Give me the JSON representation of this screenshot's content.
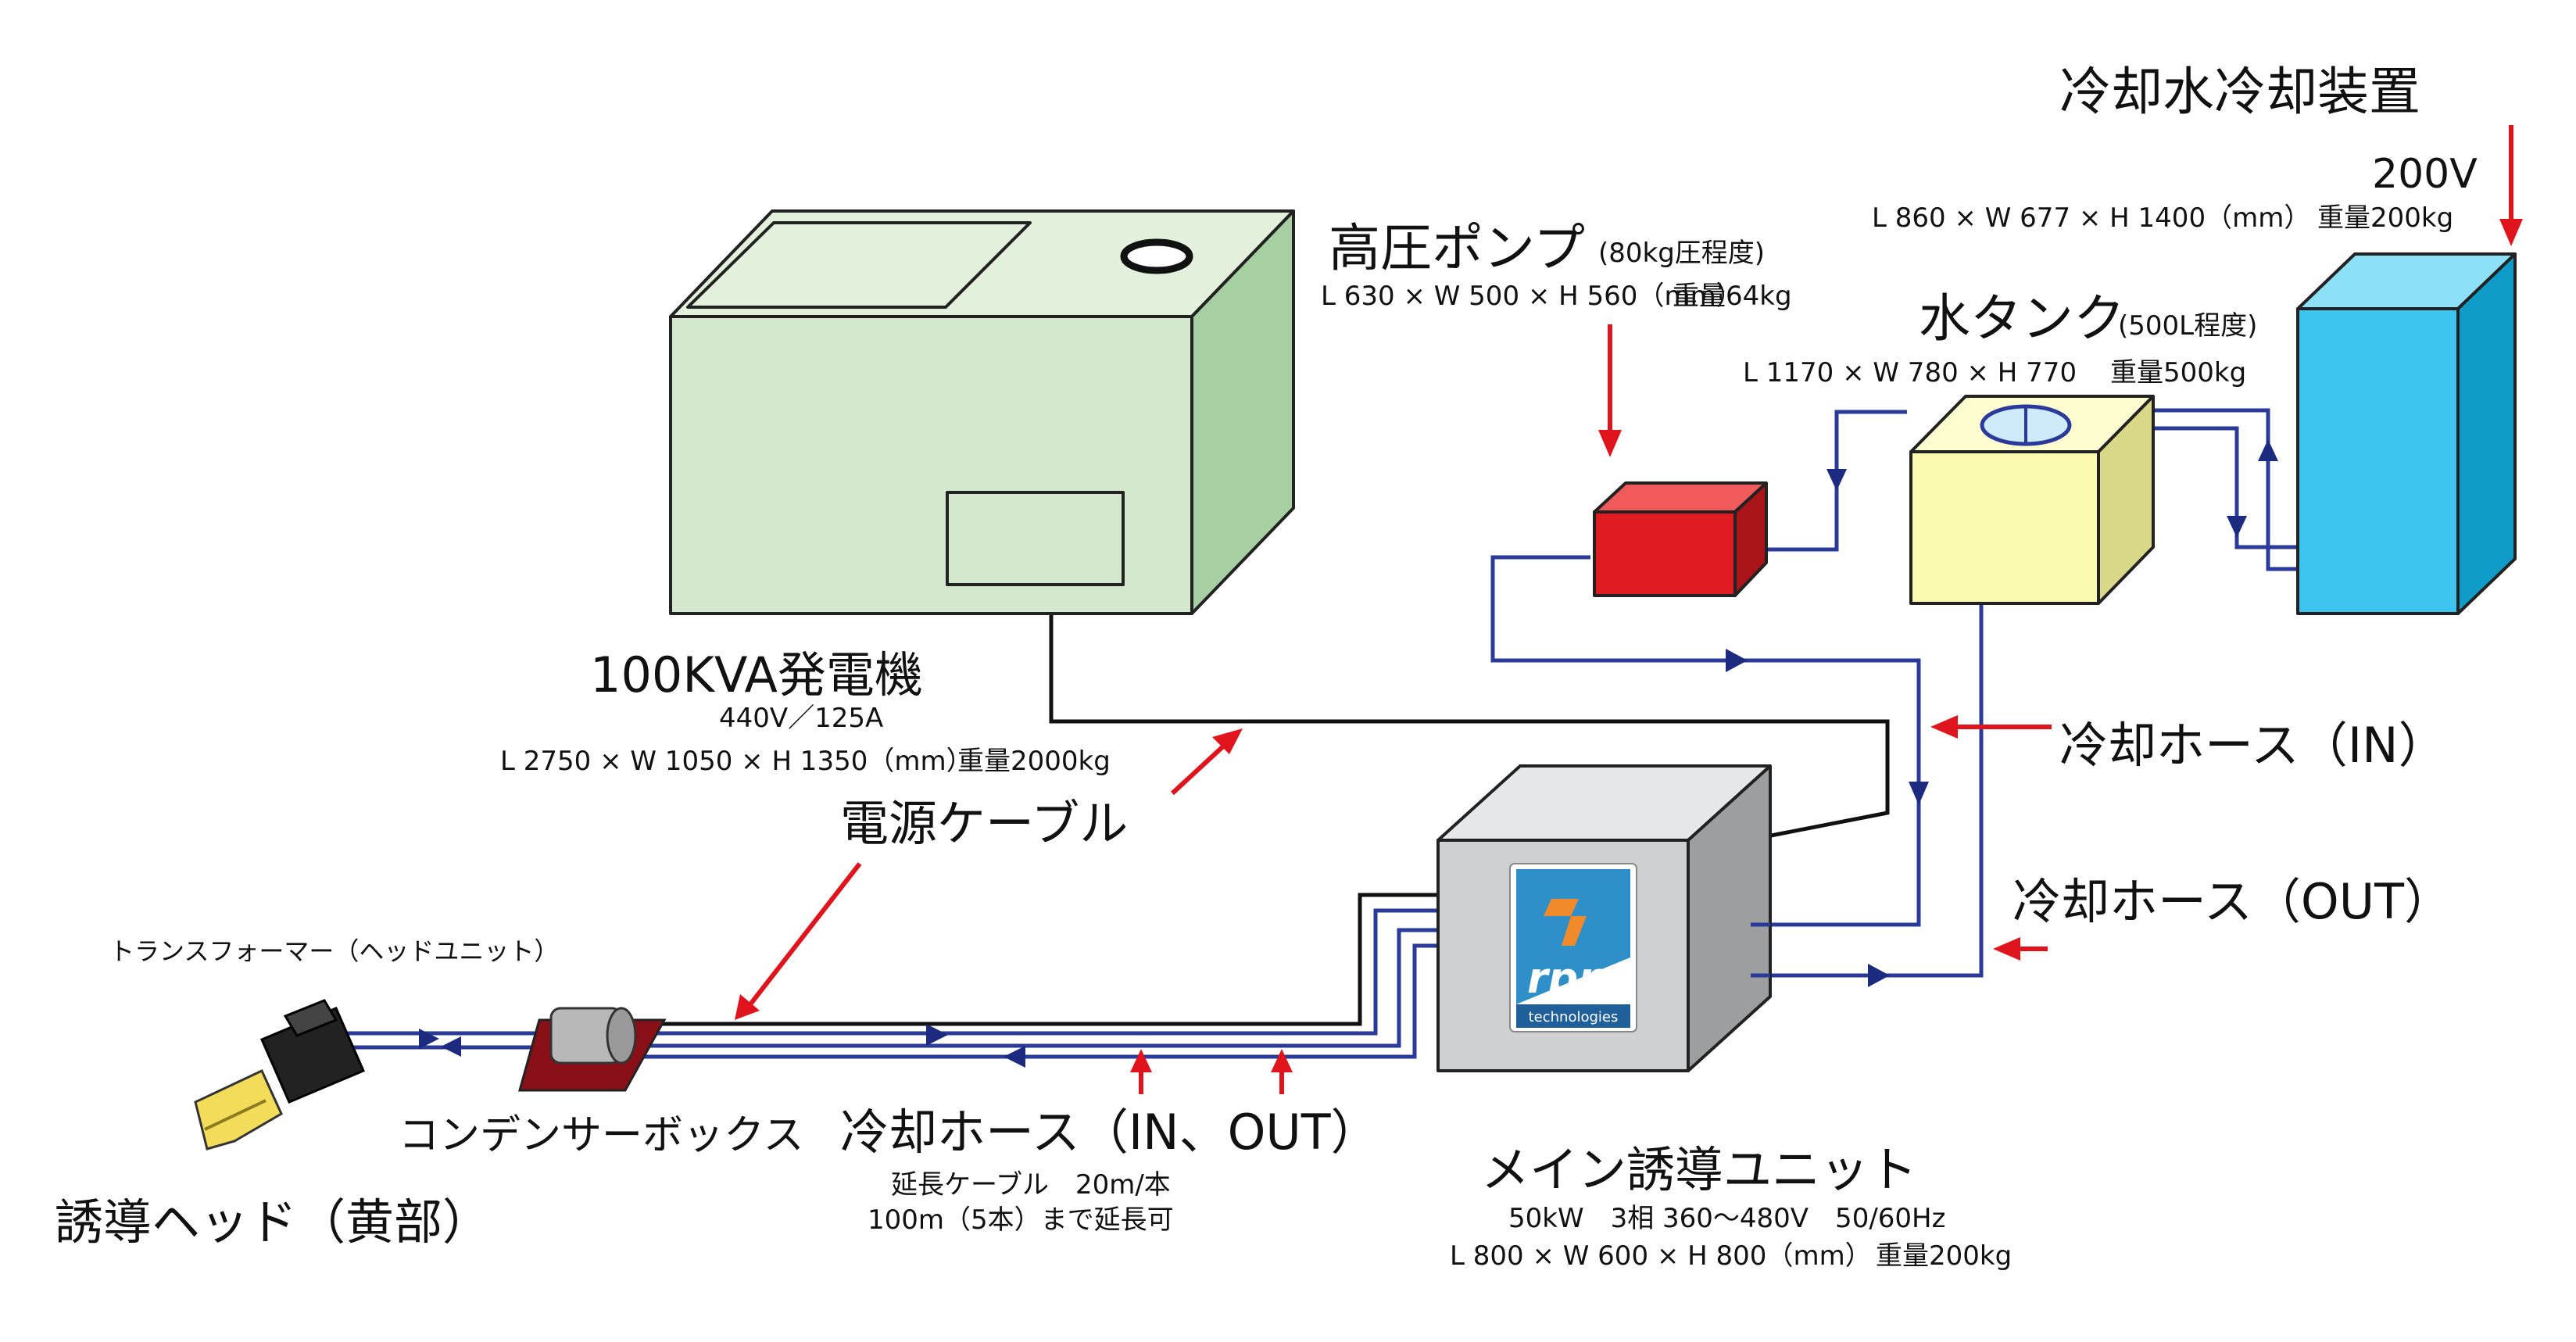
{
  "colors": {
    "generator_front": "#d3e8cc",
    "generator_top": "#e2f0dc",
    "generator_side": "#a6cfa2",
    "pump_front": "#e01c22",
    "pump_top": "#f05a5a",
    "pump_side": "#a81418",
    "tank_front": "#fafab0",
    "tank_top": "#fdfdd0",
    "tank_side": "#d8d888",
    "chiller_front": "#3cc4ee",
    "chiller_top": "#8ce0f8",
    "chiller_side": "#0f9cc8",
    "unit_front": "#cfd0d2",
    "unit_top": "#e6e7e8",
    "unit_side": "#9d9ea0",
    "pipe": "#2a3a9a",
    "arrow": "#e0141c"
  },
  "icons": {
    "logo": "rpr-technologies-logo",
    "induction_head": "induction-head-icon",
    "capacitor": "capacitor-box-icon"
  },
  "chiller": {
    "title": "冷却水冷却装置",
    "voltage": "200V",
    "dims": "L 860 × W 677 × H 1400（mm）",
    "weight": "重量200kg"
  },
  "pump": {
    "title": "高圧ポンプ",
    "note": "(80kg圧程度)",
    "dims": "L 630 × W 500 × H 560（mm）",
    "weight": "重量64kg"
  },
  "tank": {
    "title": "水タンク",
    "note": "(500L程度)",
    "dims": "L 1170 × W 780 × H 770",
    "weight": "重量500kg"
  },
  "generator": {
    "title": "100KVA発電機",
    "spec": "440V／125A",
    "dims": "L 2750 × W 1050 × H 1350（mm）",
    "weight": "重量2000kg"
  },
  "labels": {
    "hose_in": "冷却ホース（IN）",
    "hose_out": "冷却ホース（OUT）",
    "power_cable": "電源ケーブル",
    "transformer": "トランスフォーマー（ヘッドユニット）",
    "condenser": "コンデンサーボックス",
    "head": "誘導ヘッド（黄部）"
  },
  "extension": {
    "title": "冷却ホース（IN、OUT）",
    "line1": "延長ケーブル　20m/本",
    "line2": "100m（5本）まで延長可"
  },
  "main_unit": {
    "title": "メイン誘導ユニット",
    "spec": "50kW　3相 360〜480V　50/60Hz",
    "dims": "L 800 × W 600 × H 800（mm）",
    "weight": "重量200kg",
    "logo_text": "rpr",
    "logo_sub": "technologies"
  }
}
